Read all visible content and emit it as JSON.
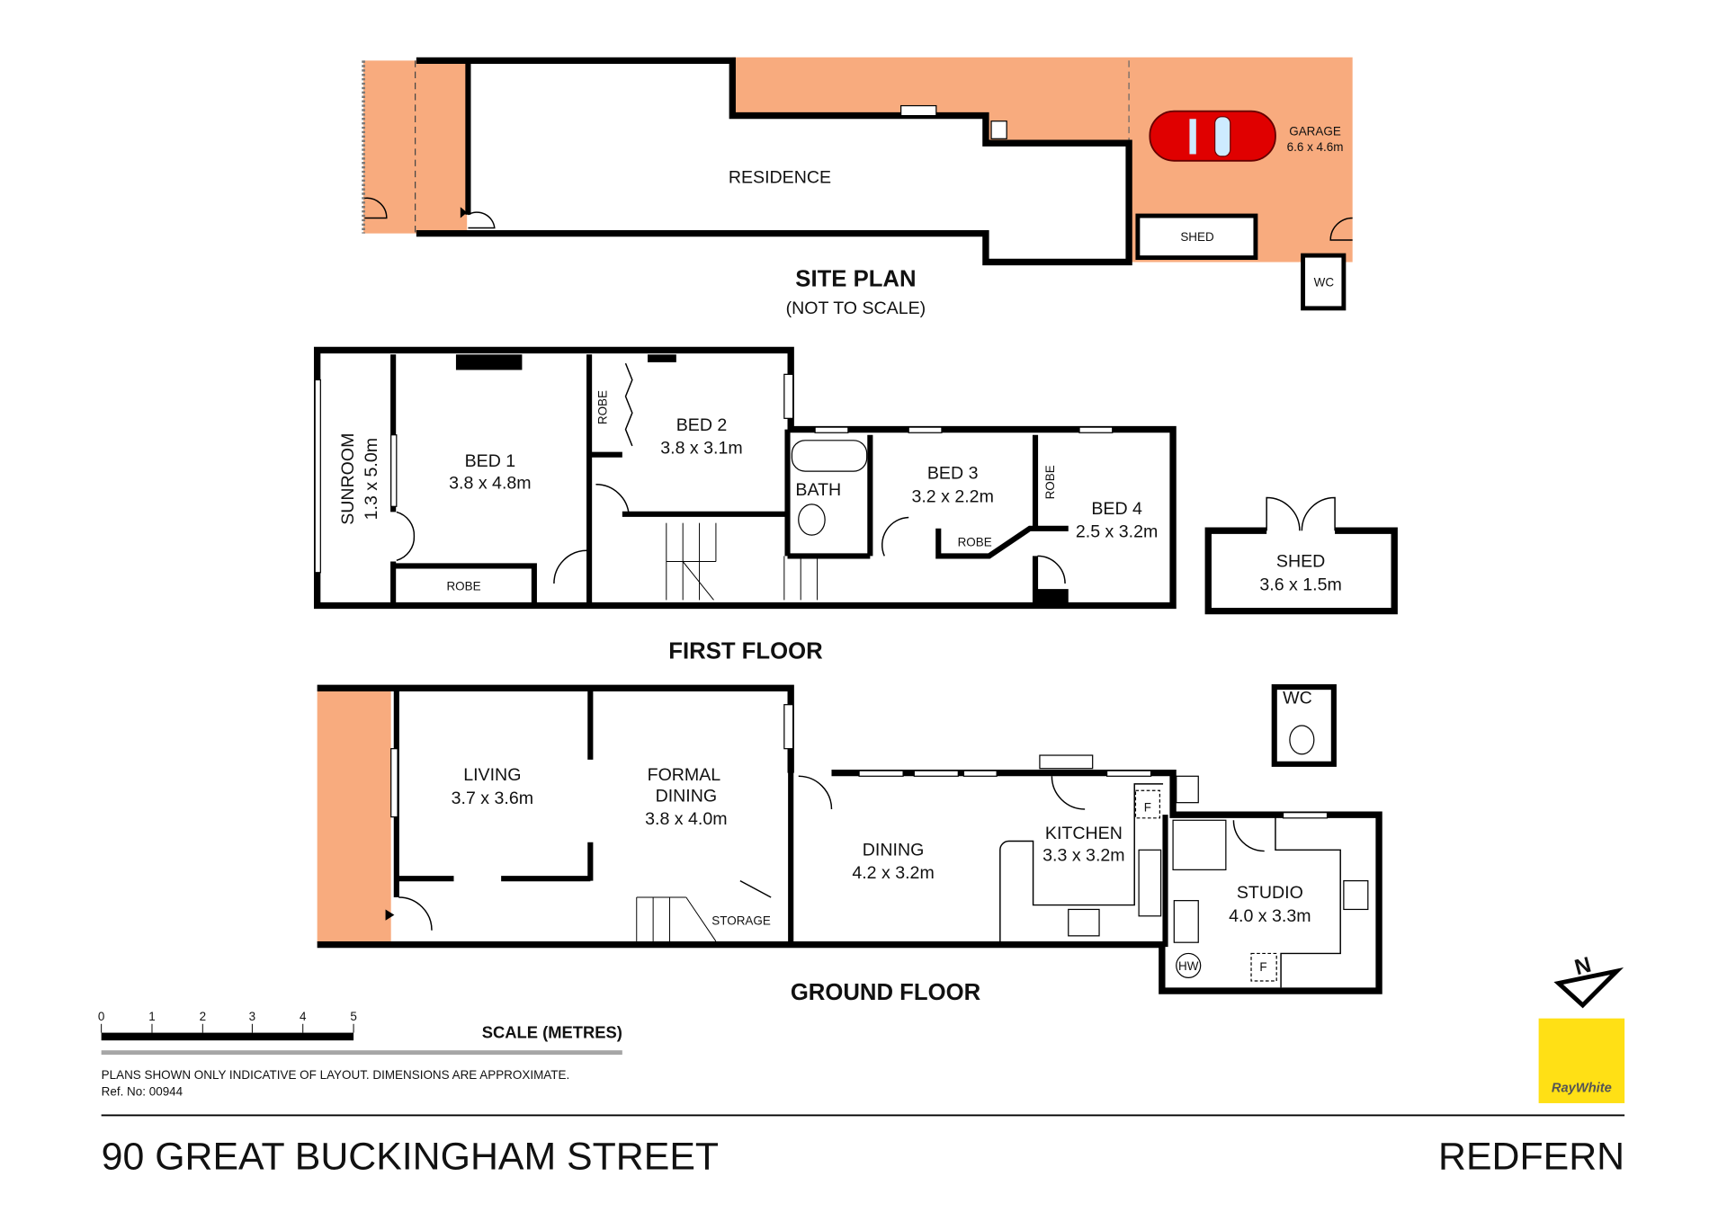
{
  "colors": {
    "outdoor_area": "#F8AB7E",
    "wall": "#000000",
    "car": "#E00000",
    "logo_bg": "#FFE015",
    "logo_text": "#555555",
    "scale_underline": "#A6A6A6"
  },
  "site_plan": {
    "title": "SITE PLAN",
    "subtitle": "(NOT TO SCALE)",
    "residence": "RESIDENCE",
    "garage": {
      "name": "GARAGE",
      "size": "6.6 x 4.6m"
    },
    "shed": "SHED",
    "wc": "WC"
  },
  "first_floor": {
    "title": "FIRST FLOOR",
    "rooms": {
      "bed1": {
        "name": "BED 1",
        "size": "3.8 x 4.8m"
      },
      "bed2": {
        "name": "BED 2",
        "size": "3.8 x 3.1m"
      },
      "bed3": {
        "name": "BED 3",
        "size": "3.2 x 2.2m"
      },
      "bed4": {
        "name": "BED 4",
        "size": "2.5 x 3.2m"
      },
      "sunroom": {
        "name": "SUNROOM",
        "size": "1.3 x 5.0m"
      },
      "bath": {
        "name": "BATH"
      },
      "robe_bed1": "ROBE",
      "robe_bed2": "ROBE",
      "robe_bed3": "ROBE",
      "robe_bed4": "ROBE",
      "shed": {
        "name": "SHED",
        "size": "3.6 x 1.5m"
      }
    }
  },
  "ground_floor": {
    "title": "GROUND FLOOR",
    "rooms": {
      "living": {
        "name": "LIVING",
        "size": "3.7 x 3.6m"
      },
      "formal_dining": {
        "name_line1": "FORMAL",
        "name_line2": "DINING",
        "size": "3.8 x 4.0m"
      },
      "storage": "STORAGE",
      "dining": {
        "name": "DINING",
        "size": "4.2 x 3.2m"
      },
      "kitchen": {
        "name": "KITCHEN",
        "size": "3.3 x 3.2m"
      },
      "studio": {
        "name": "STUDIO",
        "size": "4.0 x 3.3m"
      },
      "wc": "WC",
      "hw": "HW",
      "fridge_kitchen": "F",
      "fridge_studio": "F"
    }
  },
  "scale": {
    "ticks": [
      "0",
      "1",
      "2",
      "3",
      "4",
      "5"
    ],
    "label": "SCALE (METRES)"
  },
  "disclaimer": "PLANS SHOWN ONLY INDICATIVE OF LAYOUT.  DIMENSIONS ARE APPROXIMATE.",
  "ref": "Ref. No: 00944",
  "compass": {
    "letter": "N"
  },
  "logo": {
    "text": "RayWhite"
  },
  "footer": {
    "address": "90 GREAT BUCKINGHAM STREET",
    "suburb": "REDFERN"
  }
}
